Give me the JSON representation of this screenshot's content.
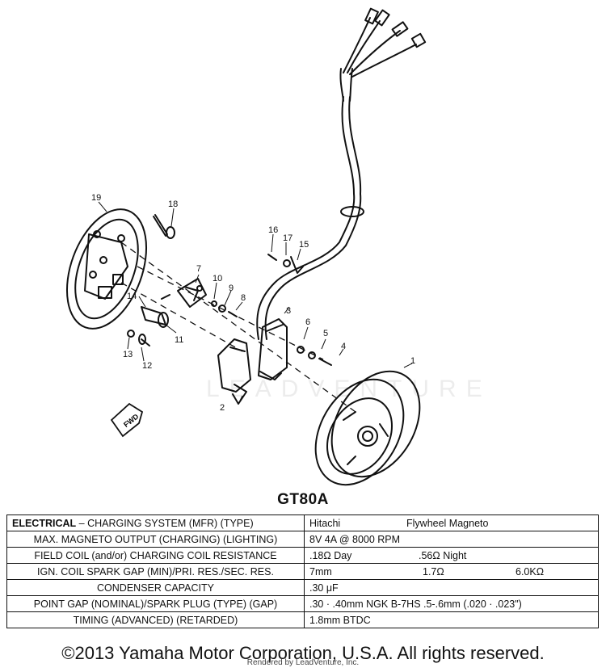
{
  "callouts": [
    "1",
    "2",
    "3",
    "4",
    "5",
    "6",
    "7",
    "8",
    "9",
    "10",
    "11",
    "12",
    "13",
    "14",
    "15",
    "16",
    "17",
    "18",
    "19"
  ],
  "fwd_label": "FWD",
  "watermark": "LEADVENTURE",
  "model": "GT80A",
  "spec_table": {
    "header": {
      "label_bold": "ELECTRICAL",
      "label_rest": " – CHARGING SYSTEM (MFR) (TYPE)",
      "value_a": "Hitachi",
      "value_b": "Flywheel Magneto"
    },
    "rows": [
      {
        "label": "MAX. MAGNETO OUTPUT (CHARGING) (LIGHTING)",
        "values": [
          "8V 4A @ 8000 RPM"
        ]
      },
      {
        "label": "FIELD COIL (and/or) CHARGING COIL RESISTANCE",
        "values": [
          ".18Ω Day",
          ".56Ω Night"
        ]
      },
      {
        "label": "IGN. COIL SPARK GAP (MIN)/PRI. RES./SEC. RES.",
        "values": [
          "7mm",
          "1.7Ω",
          "6.0KΩ"
        ]
      },
      {
        "label": "CONDENSER CAPACITY",
        "values": [
          ".30 μF"
        ]
      },
      {
        "label": "POINT GAP (NOMINAL)/SPARK PLUG (TYPE) (GAP)",
        "values": [
          ".30 · .40mm  NGK B-7HS  .5-.6mm (.020 · .023\")"
        ]
      },
      {
        "label": "TIMING (ADVANCED) (RETARDED)",
        "values": [
          "1.8mm BTDC"
        ]
      }
    ]
  },
  "copyright": "©2013 Yamaha Motor Corporation, U.S.A. All rights reserved.",
  "rendered_by": "Rendered by LeadVenture, Inc."
}
